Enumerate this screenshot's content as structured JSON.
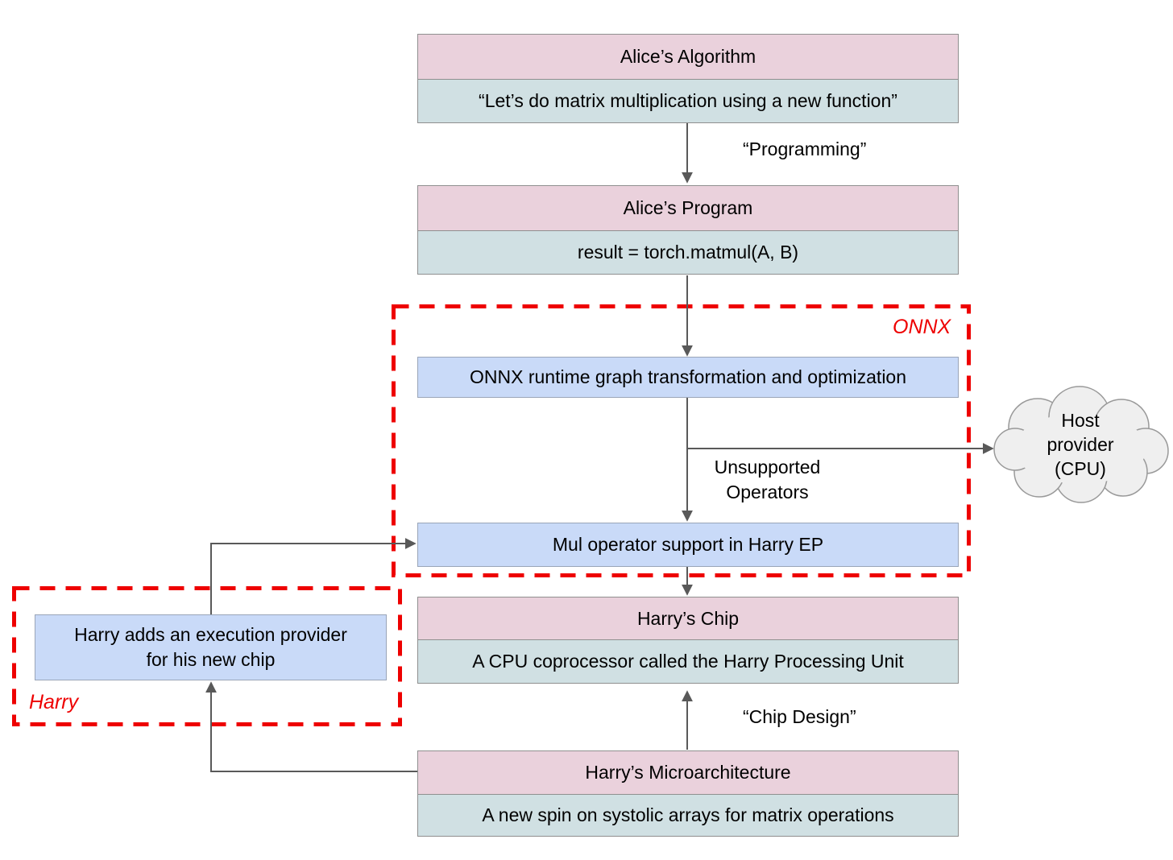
{
  "diagram": {
    "nodes": {
      "alice_algorithm": {
        "title": "Alice’s Algorithm",
        "body": "“Let’s do matrix multiplication using a new function”"
      },
      "alice_program": {
        "title": "Alice’s Program",
        "body": "result = torch.matmul(A, B)"
      },
      "onnx_runtime": {
        "label": "ONNX runtime graph transformation and optimization"
      },
      "mul_operator_ep": {
        "label": "Mul operator support in Harry EP"
      },
      "harrys_chip": {
        "title": "Harry’s Chip",
        "body": "A CPU coprocessor called the Harry Processing Unit"
      },
      "harrys_microarchitecture": {
        "title": "Harry’s Microarchitecture",
        "body": "A new spin on systolic arrays for matrix operations"
      },
      "harry_execution_provider": {
        "label": "Harry adds an execution provider\nfor his new chip"
      },
      "host_provider_cloud": {
        "label": "Host\nprovider\n(CPU)"
      }
    },
    "groups": {
      "onnx": {
        "label": "ONNX"
      },
      "harry": {
        "label": "Harry"
      }
    },
    "edge_labels": {
      "programming": "“Programming”",
      "unsupported_operators": "Unsupported\nOperators",
      "chip_design": "“Chip Design”"
    },
    "colors": {
      "header_pink": "#ead1dc",
      "body_teal": "#d0e0e3",
      "node_blue": "#c9daf8",
      "group_border_red": "#ee0000",
      "arrow_gray": "#595959",
      "box_border_gray": "#8f8f8f",
      "cloud_fill": "#efefef",
      "cloud_stroke": "#999999"
    }
  }
}
